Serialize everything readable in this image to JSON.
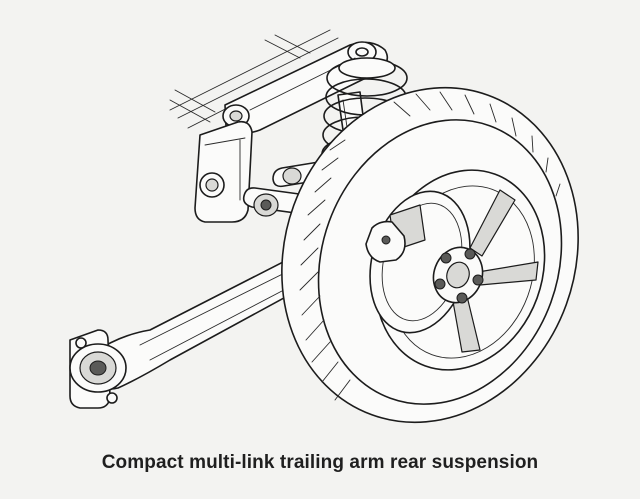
{
  "figure": {
    "caption": "Compact multi-link trailing arm rear suspension",
    "background": "#f3f3f1",
    "ink_color": "#1c1c1c",
    "style": "monochrome technical line drawing"
  },
  "components": [
    {
      "name": "tire",
      "icon": "tire-icon"
    },
    {
      "name": "wheel-rim",
      "icon": "alloy-wheel-icon"
    },
    {
      "name": "brake-disc",
      "icon": "brake-disc-icon"
    },
    {
      "name": "wheel-hub",
      "icon": "hub-lug-nuts-icon"
    },
    {
      "name": "coil-spring",
      "icon": "coil-spring-icon"
    },
    {
      "name": "shock-absorber",
      "icon": "damper-icon"
    },
    {
      "name": "trailing-arm",
      "icon": "trailing-arm-icon"
    },
    {
      "name": "trailing-arm-bushing",
      "icon": "bushing-icon"
    },
    {
      "name": "upper-control-link",
      "icon": "control-link-icon"
    },
    {
      "name": "lateral-link",
      "icon": "lateral-link-icon"
    },
    {
      "name": "subframe-mount",
      "icon": "subframe-bracket-icon"
    }
  ]
}
